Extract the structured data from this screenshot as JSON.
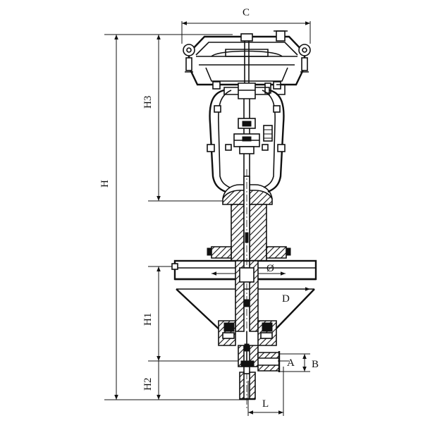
{
  "dimensions": {
    "C": "C",
    "H": "H",
    "H3": "H3",
    "H1": "H1",
    "H2": "H2",
    "D": "D",
    "phi": "Ø",
    "A": "A",
    "B": "B",
    "L": "L"
  },
  "colors": {
    "line": "#111111",
    "background": "#ffffff"
  }
}
